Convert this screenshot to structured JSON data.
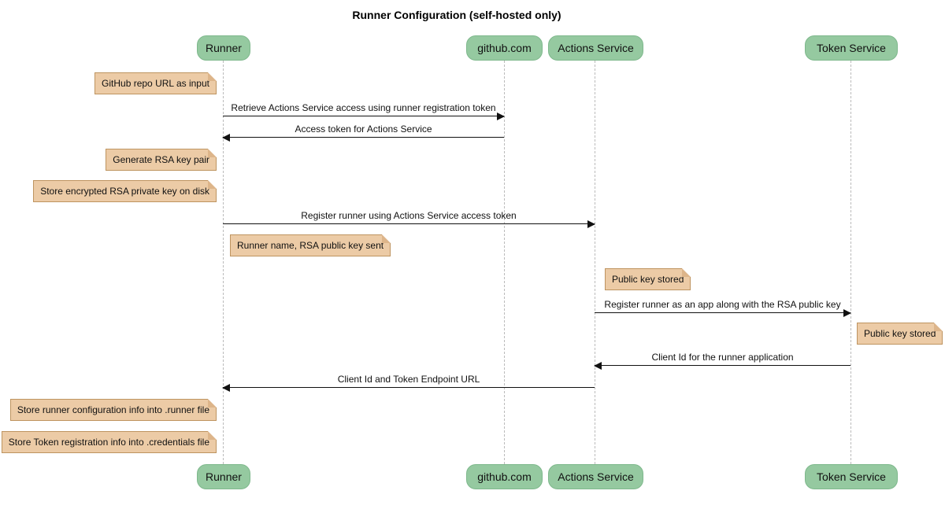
{
  "title": "Runner Configuration (self-hosted only)",
  "diagram_type": "sequence-diagram",
  "participants": [
    {
      "label": "Runner"
    },
    {
      "label": "github.com"
    },
    {
      "label": "Actions Service"
    },
    {
      "label": "Token Service"
    }
  ],
  "notes": [
    {
      "text": "GitHub repo URL as input",
      "anchor": "left of Runner"
    },
    {
      "text": "Generate RSA key pair",
      "anchor": "left of Runner"
    },
    {
      "text": "Store encrypted RSA private key on disk",
      "anchor": "left of Runner"
    },
    {
      "text": "Runner name, RSA public key sent",
      "anchor": "right of Runner"
    },
    {
      "text": "Public key stored",
      "anchor": "right of Actions Service"
    },
    {
      "text": "Public key stored",
      "anchor": "right of Token Service"
    },
    {
      "text": "Store runner configuration info into .runner file",
      "anchor": "left of Runner"
    },
    {
      "text": "Store Token registration info into .credentials file",
      "anchor": "left of Runner"
    }
  ],
  "messages": [
    {
      "text": "Retrieve Actions Service access using runner registration token",
      "from": "Runner",
      "to": "github.com"
    },
    {
      "text": "Access token for Actions Service",
      "from": "github.com",
      "to": "Runner"
    },
    {
      "text": "Register runner using Actions Service access token",
      "from": "Runner",
      "to": "Actions Service"
    },
    {
      "text": "Register runner as an app along with the RSA public key",
      "from": "Actions Service",
      "to": "Token Service"
    },
    {
      "text": "Client Id for the runner application",
      "from": "Token Service",
      "to": "Actions Service"
    },
    {
      "text": "Client Id and Token Endpoint URL",
      "from": "Actions Service",
      "to": "Runner"
    }
  ],
  "colors": {
    "participant_fill": "#95C9A0",
    "participant_border": "#7EB88C",
    "note_fill": "#ECCBA6",
    "note_border": "#BE9460",
    "lifeline": "#BBBBBB",
    "arrow": "#111111",
    "background": "#FFFFFF"
  }
}
